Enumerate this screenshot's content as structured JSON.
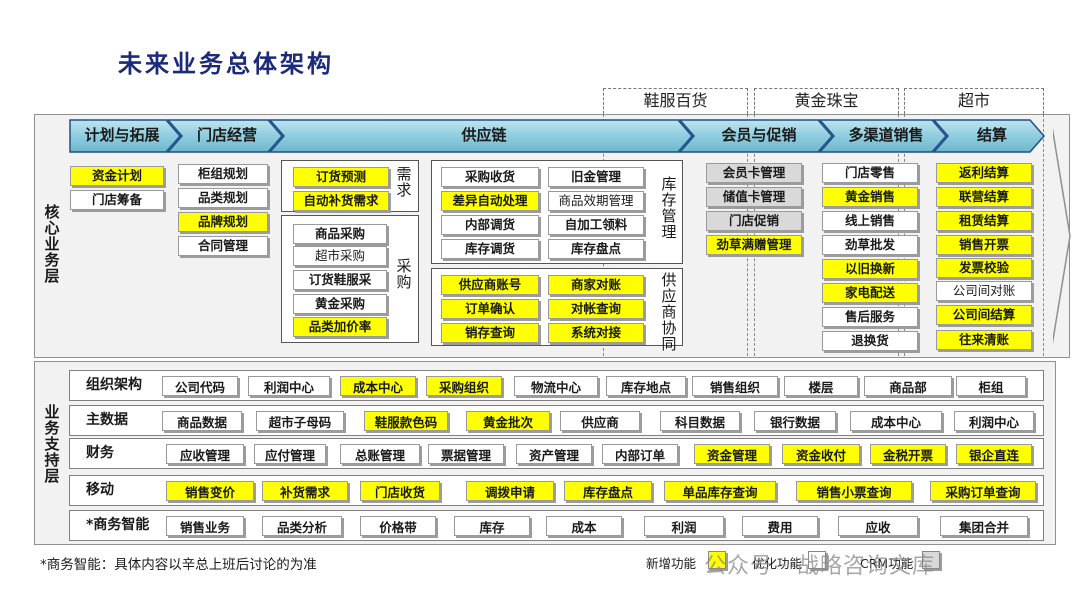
{
  "title": "未来业务总体架构",
  "segments": [
    "鞋服百货",
    "黄金珠宝",
    "超市"
  ],
  "layers": {
    "core": "核心业务层",
    "support": "业务支持层"
  },
  "phases": [
    "计划与拓展",
    "门店经营",
    "供应链",
    "会员与促销",
    "多渠道销售",
    "结算"
  ],
  "group_labels": {
    "demand": "需求",
    "purchase": "采购",
    "inventory": "库存管理",
    "supplier": "供应商协同"
  },
  "core": {
    "plan": [
      "资金计划",
      "门店筹备"
    ],
    "store": [
      "柜组规划",
      "品类规划",
      "品牌规划",
      "合同管理"
    ],
    "demand": [
      "订货预测",
      "自动补货需求"
    ],
    "purchase": [
      "商品采购",
      "超市采购",
      "订货鞋服采",
      "黄金采购",
      "品类加价率"
    ],
    "inventory": [
      "采购收货",
      "旧金管理",
      "差异自动处理",
      "商品效期管理",
      "内部调货",
      "自加工领料",
      "库存调货",
      "库存盘点"
    ],
    "supplier": [
      "供应商账号",
      "商家对账",
      "订单确认",
      "对帐查询",
      "销存查询",
      "系统对接"
    ],
    "member": [
      "会员卡管理",
      "储值卡管理",
      "门店促销",
      "劲草满赠管理"
    ],
    "sales": [
      "门店零售",
      "黄金销售",
      "线上销售",
      "劲草批发",
      "以旧换新",
      "家电配送",
      "售后服务",
      "退换货"
    ],
    "settle": [
      "返利结算",
      "联营结算",
      "租赁结算",
      "销售开票",
      "发票校验",
      "公司间对账",
      "公司间结算",
      "往来清账"
    ]
  },
  "support_rows": [
    {
      "label": "组织架构",
      "items": [
        "公司代码",
        "利润中心",
        "成本中心",
        "采购组织",
        "物流中心",
        "库存地点",
        "销售组织",
        "楼层",
        "商品部",
        "柜组"
      ]
    },
    {
      "label": "主数据",
      "items": [
        "商品数据",
        "超市子母码",
        "鞋服款色码",
        "黄金批次",
        "供应商",
        "科目数据",
        "银行数据",
        "成本中心",
        "利润中心"
      ]
    },
    {
      "label": "财务",
      "items": [
        "应收管理",
        "应付管理",
        "总账管理",
        "票据管理",
        "资产管理",
        "内部订单",
        "资金管理",
        "资金收付",
        "金税开票",
        "银企直连"
      ]
    },
    {
      "label": "移动",
      "items": [
        "销售变价",
        "补货需求",
        "门店收货",
        "调拨申请",
        "库存盘点",
        "单品库存查询",
        "销售小票查询",
        "采购订单查询"
      ]
    },
    {
      "label": "*商务智能",
      "items": [
        "销售业务",
        "品类分析",
        "价格带",
        "库存",
        "成本",
        "利润",
        "费用",
        "应收",
        "集团合并"
      ]
    }
  ],
  "footnote": "*商务智能：具体内容以辛总上班后讨论的为准",
  "legend": {
    "new": "新增功能",
    "optimized": "优化功能",
    "crm": "CRM功能"
  },
  "watermark": "公众号 · 战略咨询文库",
  "colors": {
    "new": "#ffff00",
    "crm": "#d9d9d9",
    "chevron": "#7fc4d6",
    "title": "#1c2a7a"
  }
}
